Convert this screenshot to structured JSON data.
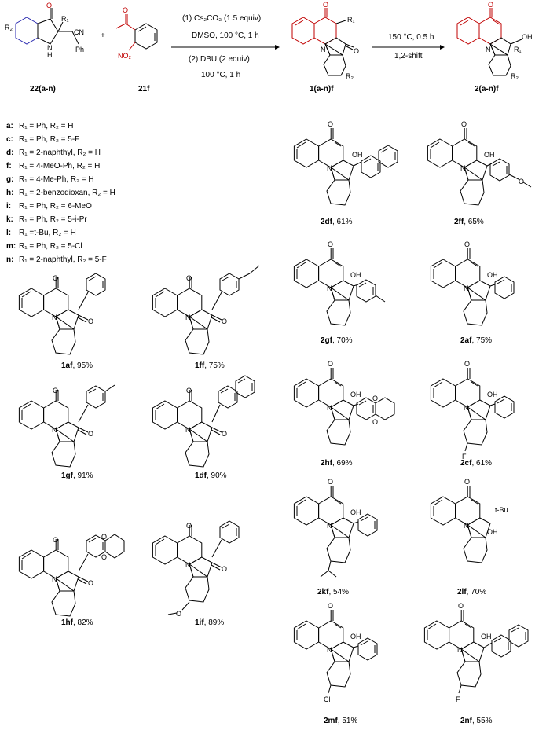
{
  "scheme": {
    "reagent_top": "(1) Cs₂CO₃ (1.5 equiv)",
    "condition_1": "DMSO, 100 °C, 1 h",
    "reagent_2": "(2) DBU (2 equiv)",
    "condition_2": "100 °C, 1 h",
    "heat_condition": "150 °C, 0.5 h",
    "shift_label": "1,2-shift",
    "plus": "+",
    "reactant_a": "22(a-n)",
    "reactant_b": "21f",
    "intermediate": "1(a-n)f",
    "product": "2(a-n)f",
    "atoms": {
      "CN": "CN",
      "NH": "N",
      "H": "H",
      "Ph": "Ph",
      "NO2": "NO₂",
      "O": "O",
      "N": "N",
      "OH": "OH",
      "R1": "R₁",
      "R2": "R₂",
      "F": "F",
      "Cl": "Cl",
      "tBu": "t-Bu"
    }
  },
  "substituents": [
    {
      "key": "a:",
      "text": "R₁ = Ph, R₂ = H"
    },
    {
      "key": "c:",
      "text": "R₁ = Ph, R₂ = 5-F"
    },
    {
      "key": "d:",
      "text": "R₁ = 2-naphthyl, R₂ = H"
    },
    {
      "key": "f:",
      "text": "R₁ = 4-MeO-Ph, R₂ = H"
    },
    {
      "key": "g:",
      "text": "R₁ = 4-Me-Ph, R₂ = H"
    },
    {
      "key": "h:",
      "text": "R₁ = 2-benzodioxan, R₂ = H"
    },
    {
      "key": "i:",
      "text": "R₁ = Ph, R₂ = 6-MeO"
    },
    {
      "key": "k:",
      "text": "R₁ = Ph, R₂ = 5-i-Pr"
    },
    {
      "key": "l:",
      "text": "R₁ =t-Bu, R₂ = H"
    },
    {
      "key": "m:",
      "text": "R₁ = Ph, R₂ = 5-Cl"
    },
    {
      "key": "n:",
      "text": "R₁ = 2-naphthyl, R₂ = 5-F"
    }
  ],
  "left_compounds": [
    {
      "id": "1af",
      "yield": ", 95%"
    },
    {
      "id": "1ff",
      "yield": ", 75%"
    },
    {
      "id": "1gf",
      "yield": ", 91%"
    },
    {
      "id": "1df",
      "yield": ", 90%"
    },
    {
      "id": "1hf",
      "yield": ", 82%"
    },
    {
      "id": "1if",
      "yield": ", 89%"
    }
  ],
  "right_compounds": [
    {
      "id": "2df",
      "yield": ", 61%"
    },
    {
      "id": "2ff",
      "yield": ", 65%"
    },
    {
      "id": "2gf",
      "yield": ", 70%"
    },
    {
      "id": "2af",
      "yield": ", 75%"
    },
    {
      "id": "2hf",
      "yield": ", 69%"
    },
    {
      "id": "2cf",
      "yield": ", 61%"
    },
    {
      "id": "2kf",
      "yield": ", 54%"
    },
    {
      "id": "2lf",
      "yield": ", 70%"
    },
    {
      "id": "2mf",
      "yield": ", 51%"
    },
    {
      "id": "2nf",
      "yield": ", 55%"
    }
  ],
  "colors": {
    "highlight": "#c00000",
    "ink": "#000000",
    "accent_ring": "#2b2bb0"
  }
}
